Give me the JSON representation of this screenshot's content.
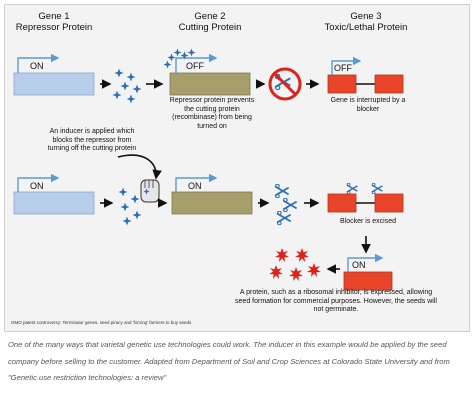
{
  "headers": [
    {
      "line1": "Gene 1",
      "line2": "Repressor Protein"
    },
    {
      "line1": "Gene 2",
      "line2": "Cutting Protein"
    },
    {
      "line1": "Gene 3",
      "line2": "Toxic/Lethal Protein"
    }
  ],
  "box_labels": {
    "on": "ON",
    "off": "OFF"
  },
  "notes": {
    "repressor": "Repressor protein prevents the cutting protein (recombinase) from being turned on",
    "interrupted": "Gene is interrupted by a blocker",
    "inducer": "An inducer is applied which blocks the repressor from turning off the cutting protein",
    "excised": "Blocker is excised",
    "result": "A protein, such as a ribosomal inhibitor, is expressed, allowing seed formation for commercial purposes. However, the seeds will not germinate."
  },
  "credit": "GMO patent controversy: Terminator genes, seed piracy and 'forcing' farmers to buy seeds",
  "caption": "One of the many ways that varietal genetic use technologies could work. The inducer in this example would be applied by the seed company before selling to the customer. Adapted from Department of Soil and Crop Sciences at Colorado State University and from \"Genetic use restriction technologies: a review\"",
  "colors": {
    "gene1": "#b7cdea",
    "gene2": "#a69f6c",
    "gene3": "#e8452a",
    "repressor": "#2f6fb5",
    "lethal": "#e0201a",
    "arrow": "#5b9bd5"
  },
  "icons": [
    "scissors-icon",
    "no-sign-icon",
    "hand-icon",
    "star-protein-icon"
  ]
}
